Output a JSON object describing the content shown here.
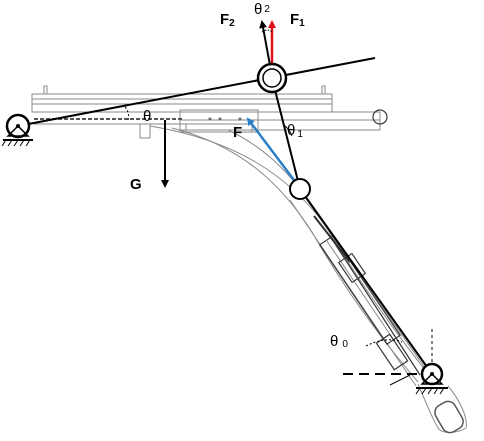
{
  "labels": {
    "f2": "F",
    "f2_sub": "2",
    "theta2": "θ",
    "theta2_sub": "2",
    "f1": "F",
    "f1_sub": "1",
    "theta": "θ",
    "f": "F",
    "theta1": "θ",
    "theta1_sub": "1",
    "g": "G",
    "theta0": "θ",
    "theta0_sub": "0"
  },
  "colors": {
    "f1_arrow": "#e0101a",
    "f_arrow": "#2a7fc8",
    "lines": "#000000",
    "structure": "#8a8a8a"
  }
}
